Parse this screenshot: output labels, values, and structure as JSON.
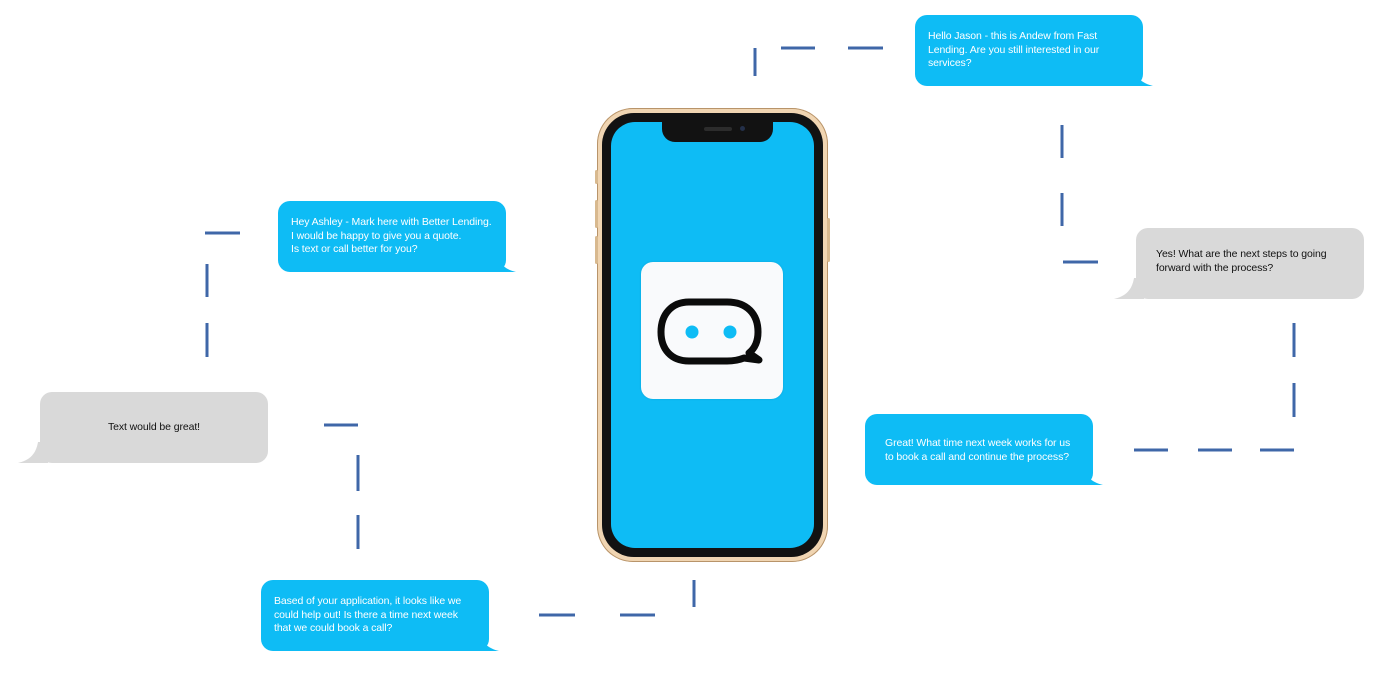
{
  "messages": {
    "jason": {
      "text": "Hello Jason - this is Andew from Fast\nLending. Are you still interested in our\nservices?",
      "sender": "business"
    },
    "ashley": {
      "text": "Hey Ashley - Mark here with Better Lending.\nI would be happy to give you a quote.\nIs text or call better for you?",
      "sender": "business"
    },
    "yes": {
      "text": "Yes! What are the next steps to going\nforward with the process?",
      "sender": "customer"
    },
    "text_great": {
      "text": "Text would be great!",
      "sender": "customer"
    },
    "great": {
      "text": "Great! What time next week works for us\nto book a call and continue the process?",
      "sender": "business"
    },
    "based": {
      "text": "Based of your application, it looks like we\ncould help out! Is there a time next week\nthat we could book a call?",
      "sender": "business"
    }
  },
  "colors": {
    "business_bubble": "#0ebcf5",
    "customer_bubble": "#d9d9d9",
    "connector": "#3f67a8",
    "phone_screen": "#0ebcf5",
    "phone_frame": "#f0d5b2",
    "app_icon_background": "#f9fafc"
  },
  "icons": {
    "app_logo": "robot-chat-bubble-icon"
  }
}
